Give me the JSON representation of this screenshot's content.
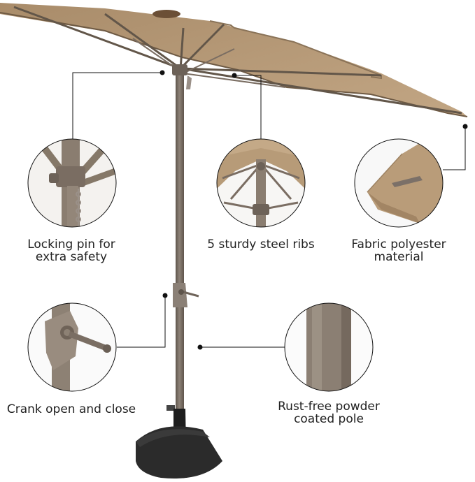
{
  "features": {
    "locking_pin": {
      "line1": "Locking pin for",
      "line2": "extra safety"
    },
    "ribs": {
      "line1": "5 sturdy steel ribs"
    },
    "fabric": {
      "line1": "Fabric polyester",
      "line2": "material"
    },
    "crank": {
      "line1": "Crank open and close"
    },
    "pole": {
      "line1": "Rust-free powder",
      "line2": "coated pole"
    }
  },
  "colors": {
    "canopy": "#b79b78",
    "frame": "#7a6d62",
    "base": "#2a2a2a",
    "callout_line": "#111111"
  }
}
